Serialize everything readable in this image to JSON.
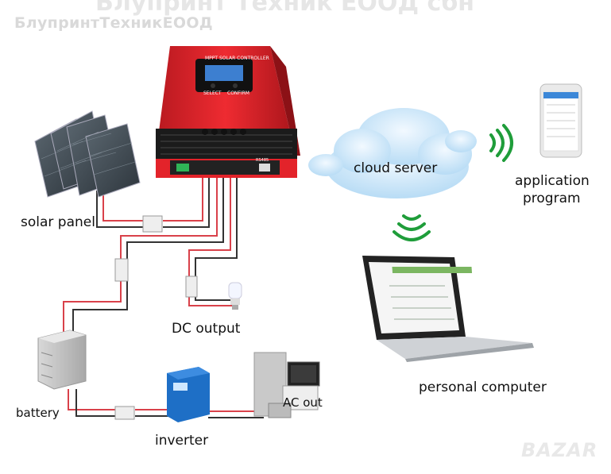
{
  "watermarks": {
    "top_text": "Блупринт Техник ЕООД сбн",
    "company": "БлупринтТехникЕООД",
    "bazar": "BAZAR"
  },
  "controller": {
    "title": "MPPT SOLAR CONTROLLER",
    "select_label": "SELECT",
    "confirm_label": "CONFIRM",
    "port_label": "RS485"
  },
  "labels": {
    "solar_panel": "solar panel",
    "dc_output": "DC output",
    "battery": "battery",
    "inverter": "inverter",
    "cloud_server": "cloud server",
    "application_line1": "application",
    "application_line2": "program",
    "personal_computer": "personal computer",
    "ac_out": "AC out"
  },
  "colors": {
    "controller_red": "#e3232a",
    "controller_dark": "#1b1b1b",
    "wire_red": "#d9414a",
    "wire_black": "#333333",
    "wifi_green": "#1f9d3a",
    "cloud_blue": "#c9e4f7"
  },
  "icons": [
    "solar-panel-icon",
    "controller-icon",
    "cloud-icon",
    "wifi-icon",
    "phone-icon",
    "laptop-icon",
    "battery-icon",
    "inverter-icon",
    "lightbulb-icon",
    "appliances-icon",
    "breaker-icon"
  ]
}
